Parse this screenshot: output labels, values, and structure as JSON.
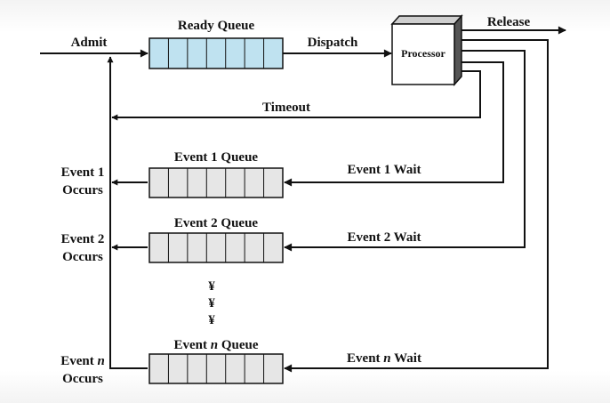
{
  "labels": {
    "admit": "Admit",
    "ready_queue": "Ready Queue",
    "dispatch": "Dispatch",
    "processor": "Processor",
    "release": "Release",
    "timeout": "Timeout",
    "event1_queue": "Event 1 Queue",
    "event1_wait": "Event 1 Wait",
    "event1_occurs_line1": "Event 1",
    "event1_occurs_line2": "Occurs",
    "event2_queue": "Event 2 Queue",
    "event2_wait": "Event 2 Wait",
    "event2_occurs_line1": "Event 2",
    "event2_occurs_line2": "Occurs",
    "eventn_queue_prefix": "Event ",
    "eventn_queue_var": "n",
    "eventn_queue_suffix": " Queue",
    "eventn_wait_prefix": "Event ",
    "eventn_wait_var": "n",
    "eventn_wait_suffix": " Wait",
    "eventn_occurs_prefix": "Event ",
    "eventn_occurs_var": "n",
    "eventn_occurs_line2": "Occurs",
    "ellipsis_glyph": "¥"
  },
  "colors": {
    "ready_queue_fill": "#bfe2f0",
    "event_queue_fill": "#e6e6e6",
    "processor_fill": "#ffffff",
    "processor_side": "#555555",
    "line": "#111111"
  }
}
